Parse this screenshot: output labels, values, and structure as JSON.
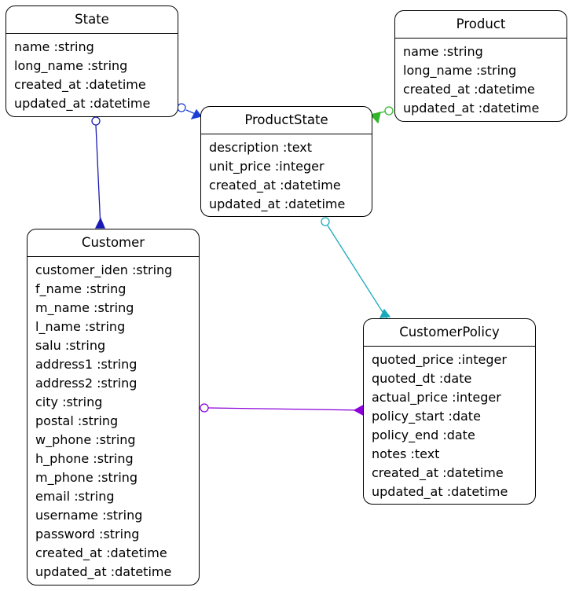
{
  "diagram": {
    "entities": [
      {
        "id": "state",
        "name": "State",
        "attributes": [
          "name :string",
          "long_name :string",
          "created_at :datetime",
          "updated_at :datetime"
        ]
      },
      {
        "id": "product",
        "name": "Product",
        "attributes": [
          "name :string",
          "long_name :string",
          "created_at :datetime",
          "updated_at :datetime"
        ]
      },
      {
        "id": "productstate",
        "name": "ProductState",
        "attributes": [
          "description :text",
          "unit_price :integer",
          "created_at :datetime",
          "updated_at :datetime"
        ]
      },
      {
        "id": "customer",
        "name": "Customer",
        "attributes": [
          "customer_iden :string",
          "f_name :string",
          "m_name :string",
          "l_name :string",
          "salu :string",
          "address1 :string",
          "address2 :string",
          "city :string",
          "postal :string",
          "w_phone :string",
          "h_phone :string",
          "m_phone :string",
          "email :string",
          "username :string",
          "password :string",
          "created_at :datetime",
          "updated_at :datetime"
        ]
      },
      {
        "id": "customerpolicy",
        "name": "CustomerPolicy",
        "attributes": [
          "quoted_price :integer",
          "quoted_dt :date",
          "actual_price :integer",
          "policy_start :date",
          "policy_end :date",
          "notes :text",
          "created_at :datetime",
          "updated_at :datetime"
        ]
      }
    ],
    "relationships": [
      {
        "from": "State",
        "to": "ProductState",
        "color": "#1a3fd6"
      },
      {
        "from": "Product",
        "to": "ProductState",
        "color": "#33b52a"
      },
      {
        "from": "State",
        "to": "Customer",
        "color": "#1a1ab4"
      },
      {
        "from": "ProductState",
        "to": "CustomerPolicy",
        "color": "#19a9bb"
      },
      {
        "from": "Customer",
        "to": "CustomerPolicy",
        "color": "#8b00d9"
      }
    ]
  }
}
